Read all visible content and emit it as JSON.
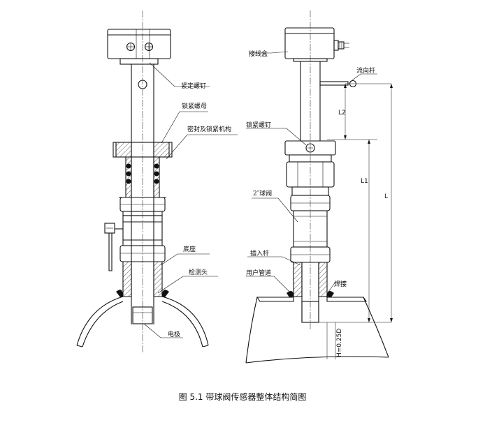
{
  "labels": {
    "jinding_luoding": "紧定螺钉",
    "suojin_luomu": "锁紧螺母",
    "mifeng_suojin": "密封及锁紧机构",
    "dizuo": "底座",
    "jiance_tou": "检测头",
    "dianji": "电极",
    "jiexian_he": "接线盒",
    "liuxiang_gan": "流向杆",
    "suojin_luoding": "锁紧螺钉",
    "qiufa": "2″球阀",
    "charu_gan": "插入杆",
    "yonghu_guandao": "用户管道",
    "hanjie": "焊接",
    "dim_l2": "L2",
    "dim_l1": "L1",
    "dim_l": "L",
    "dim_h": "H=0.25D"
  },
  "caption": "图 5.1 带球阀传感器整体结构简图"
}
